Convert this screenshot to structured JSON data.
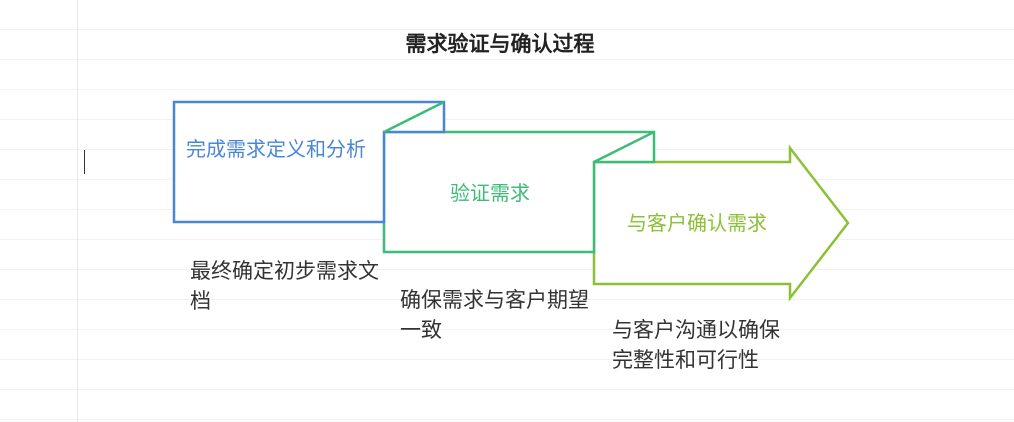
{
  "title": "需求验证与确认过程",
  "steps": [
    {
      "label": "完成需求定义和分析",
      "description": "最终确定初步需求文档",
      "color": "#4a86d6"
    },
    {
      "label": "验证需求",
      "description": "确保需求与客户期望一致",
      "color": "#3dbb78"
    },
    {
      "label": "与客户确认需求",
      "description": "与客户沟通以确保完整性和可行性",
      "color": "#8cc036"
    }
  ]
}
